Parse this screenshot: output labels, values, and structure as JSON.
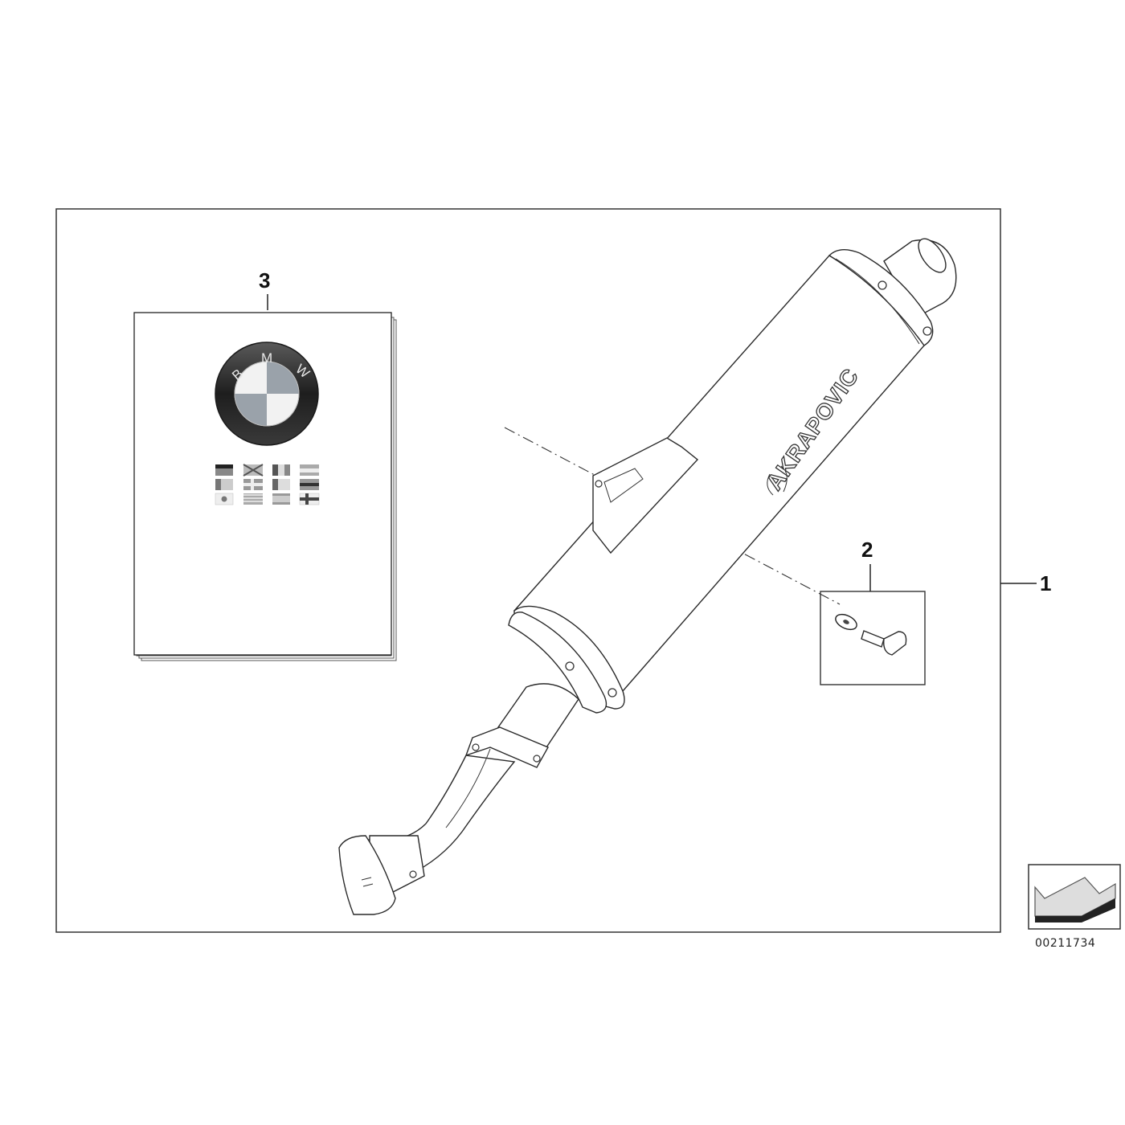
{
  "callouts": {
    "part1": "1",
    "part2": "2",
    "part3": "3"
  },
  "logo": {
    "letters": [
      "B",
      "M",
      "W"
    ],
    "colors": {
      "blue": "#9aa2aa",
      "white": "#f2f2f2",
      "ring": "#2b2b2b"
    }
  },
  "silencer_brand": "AKRAPOVIC",
  "diagram_ref": "00211734"
}
